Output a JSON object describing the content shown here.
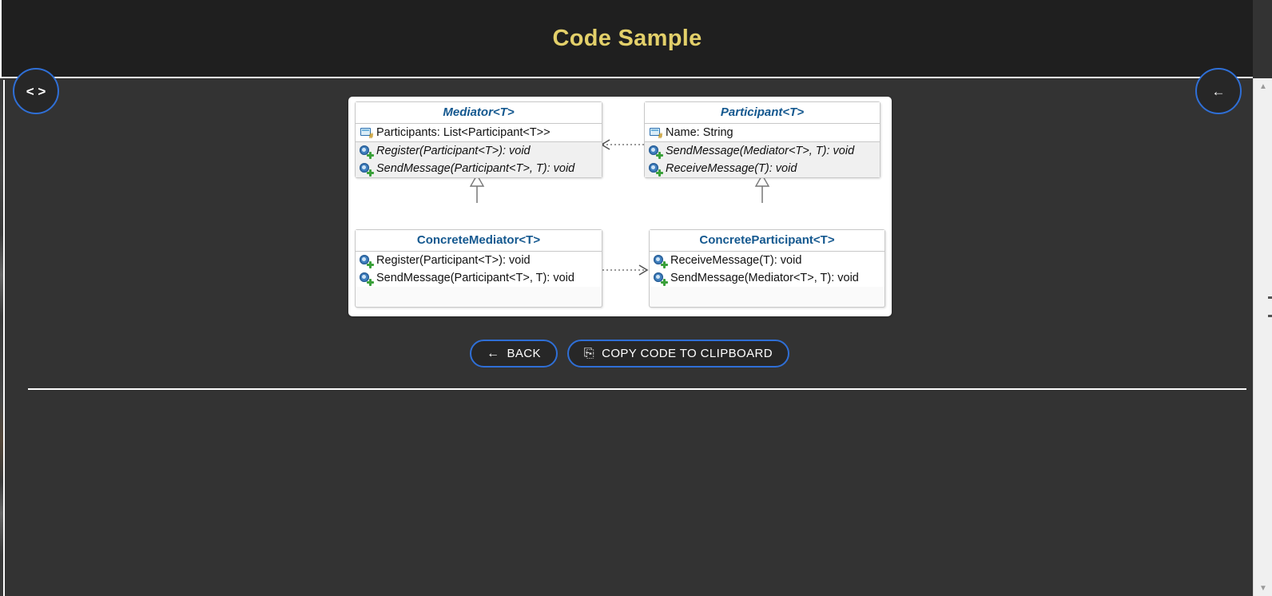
{
  "header": {
    "title": "Code Sample"
  },
  "nav": {
    "code_button_glyph": "< >",
    "code_button_name": "view-code",
    "back_button_glyph": "←",
    "back_button_name": "go-back"
  },
  "actions": {
    "back": {
      "label": "BACK",
      "glyph": "←"
    },
    "copy": {
      "label": "COPY CODE TO CLIPBOARD",
      "glyph": "⎘"
    }
  },
  "scrollbar": {
    "up_glyph": "▲",
    "down_glyph": "▼"
  },
  "colors": {
    "header_bg": "#1f1f1f",
    "body_bg": "#333333",
    "title_gold": "#e3d06a",
    "accent_blue": "#2f6fd6",
    "uml_title_blue": "#14588f",
    "uml_box_bg": "#fafafa",
    "uml_methods_bg": "#f0f0f0"
  },
  "diagram": {
    "type": "uml-class-diagram",
    "pattern": "Mediator",
    "classes": [
      {
        "id": "mediator",
        "name": "Mediator<T>",
        "abstract": true,
        "properties": [
          {
            "icon": "property-icon",
            "text": "Participants: List<Participant<T>>"
          }
        ],
        "methods": [
          {
            "icon": "method-icon",
            "text": "Register(Participant<T>): void"
          },
          {
            "icon": "method-icon",
            "text": "SendMessage(Participant<T>, T): void"
          }
        ]
      },
      {
        "id": "participant",
        "name": "Participant<T>",
        "abstract": true,
        "properties": [
          {
            "icon": "property-icon",
            "text": "Name: String"
          }
        ],
        "methods": [
          {
            "icon": "method-icon",
            "text": "SendMessage(Mediator<T>, T): void"
          },
          {
            "icon": "method-icon",
            "text": "ReceiveMessage(T): void"
          }
        ]
      },
      {
        "id": "concrete-mediator",
        "name": "ConcreteMediator<T>",
        "abstract": false,
        "properties": [],
        "methods": [
          {
            "icon": "method-icon",
            "text": "Register(Participant<T>): void"
          },
          {
            "icon": "method-icon",
            "text": "SendMessage(Participant<T>, T): void"
          }
        ]
      },
      {
        "id": "concrete-participant",
        "name": "ConcreteParticipant<T>",
        "abstract": false,
        "properties": [],
        "methods": [
          {
            "icon": "method-icon",
            "text": "ReceiveMessage(T): void"
          },
          {
            "icon": "method-icon",
            "text": "SendMessage(Mediator<T>, T): void"
          }
        ]
      }
    ],
    "relations": [
      {
        "from": "participant",
        "to": "mediator",
        "type": "dependency",
        "style": "dotted-open-arrow"
      },
      {
        "from": "concrete-mediator",
        "to": "mediator",
        "type": "inheritance",
        "style": "solid-hollow-triangle"
      },
      {
        "from": "concrete-participant",
        "to": "participant",
        "type": "inheritance",
        "style": "solid-hollow-triangle"
      },
      {
        "from": "concrete-mediator",
        "to": "concrete-participant",
        "type": "dependency",
        "style": "dotted-open-arrow"
      }
    ]
  }
}
